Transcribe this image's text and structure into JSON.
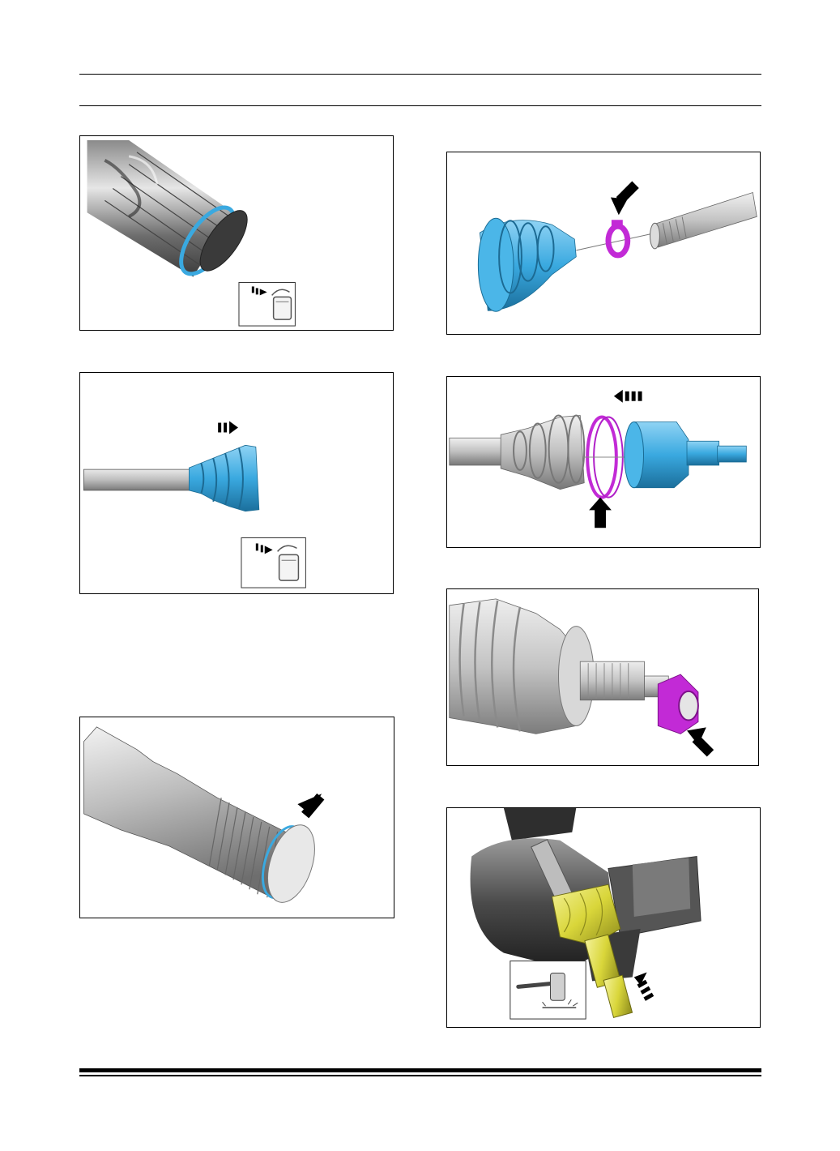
{
  "page": {
    "header": {},
    "footer": {}
  },
  "colors": {
    "boot_blue": "#3aa9e0",
    "clip_magenta": "#c22ad6",
    "tool_yellow": "#e3e14a",
    "metal_grey": "#b9b9b9",
    "arrow_black": "#000000"
  },
  "figures": [
    {
      "id": "fig-splined-shaft-clip",
      "icons": [
        "dispose-bin-icon"
      ],
      "highlight": "circlip"
    },
    {
      "id": "fig-boot-on-shaft",
      "icons": [
        "dispose-bin-icon",
        "direction-arrow-icon"
      ],
      "highlight": "boot"
    },
    {
      "id": "fig-shaft-end-circlip",
      "icons": [
        "pointer-arrow-icon"
      ],
      "highlight": "circlip"
    },
    {
      "id": "fig-boot-clamp-exploded",
      "icons": [
        "pointer-arrow-icon"
      ],
      "highlight": "clamp"
    },
    {
      "id": "fig-joint-clamp-exploded",
      "icons": [
        "pointer-arrow-icon",
        "direction-arrow-icon"
      ],
      "highlight": "clamp"
    },
    {
      "id": "fig-joint-nut",
      "icons": [
        "pointer-arrow-icon"
      ],
      "highlight": "nut"
    },
    {
      "id": "fig-vise-joint",
      "icons": [
        "hammer-icon",
        "direction-arrow-icon"
      ],
      "highlight": "cv-joint"
    }
  ]
}
